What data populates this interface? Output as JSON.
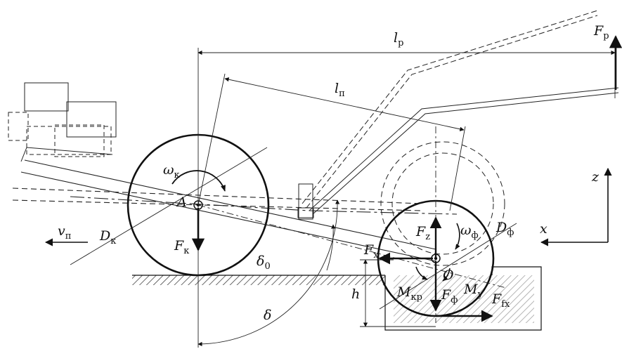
{
  "labels": {
    "lp_main": "l",
    "lp_sub": "p",
    "ln_main": "l",
    "ln_sub": "п",
    "fp_main": "F",
    "fp_sub": "p",
    "omega_k_main": "ω",
    "omega_k_sub": "к",
    "a_point": "A",
    "dk_main": "D",
    "dk_sub": "к",
    "fk_main": "F",
    "fk_sub": "к",
    "vn_main": "v",
    "vn_sub": "п",
    "delta0_main": "δ",
    "delta0_sub": "0",
    "delta": "δ",
    "h": "h",
    "fz_main": "F",
    "fz_sub": "z",
    "fx_main": "F",
    "fx_sub": "x",
    "omega_f_main": "ω",
    "omega_f_sub": "ф",
    "df_main": "D",
    "df_sub": "ф",
    "o_point": "O",
    "mkr_main": "M",
    "mkr_sub": "кр",
    "ff_main": "F",
    "ff_sub": "ф",
    "my_main": "M",
    "my_sub": "у",
    "ffx_main": "F",
    "ffx_sub": "fx",
    "axis_x": "x",
    "axis_z": "z"
  },
  "colors": {
    "ink": "#111111",
    "hatch": "#444444",
    "background": "#ffffff"
  }
}
